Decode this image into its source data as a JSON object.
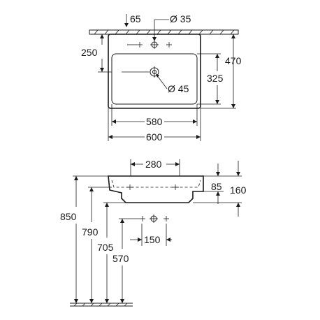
{
  "top_view": {
    "dim_65": "65",
    "dim_tap_hole": "Ø 35",
    "dim_250": "250",
    "dim_470": "470",
    "dim_325": "325",
    "dim_drain": "Ø 45",
    "dim_580": "580",
    "dim_600": "600"
  },
  "side_view": {
    "dim_280": "280",
    "dim_85": "85",
    "dim_160": "160",
    "dim_850": "850",
    "dim_790": "790",
    "dim_705": "705",
    "dim_570": "570",
    "dim_150": "150"
  }
}
